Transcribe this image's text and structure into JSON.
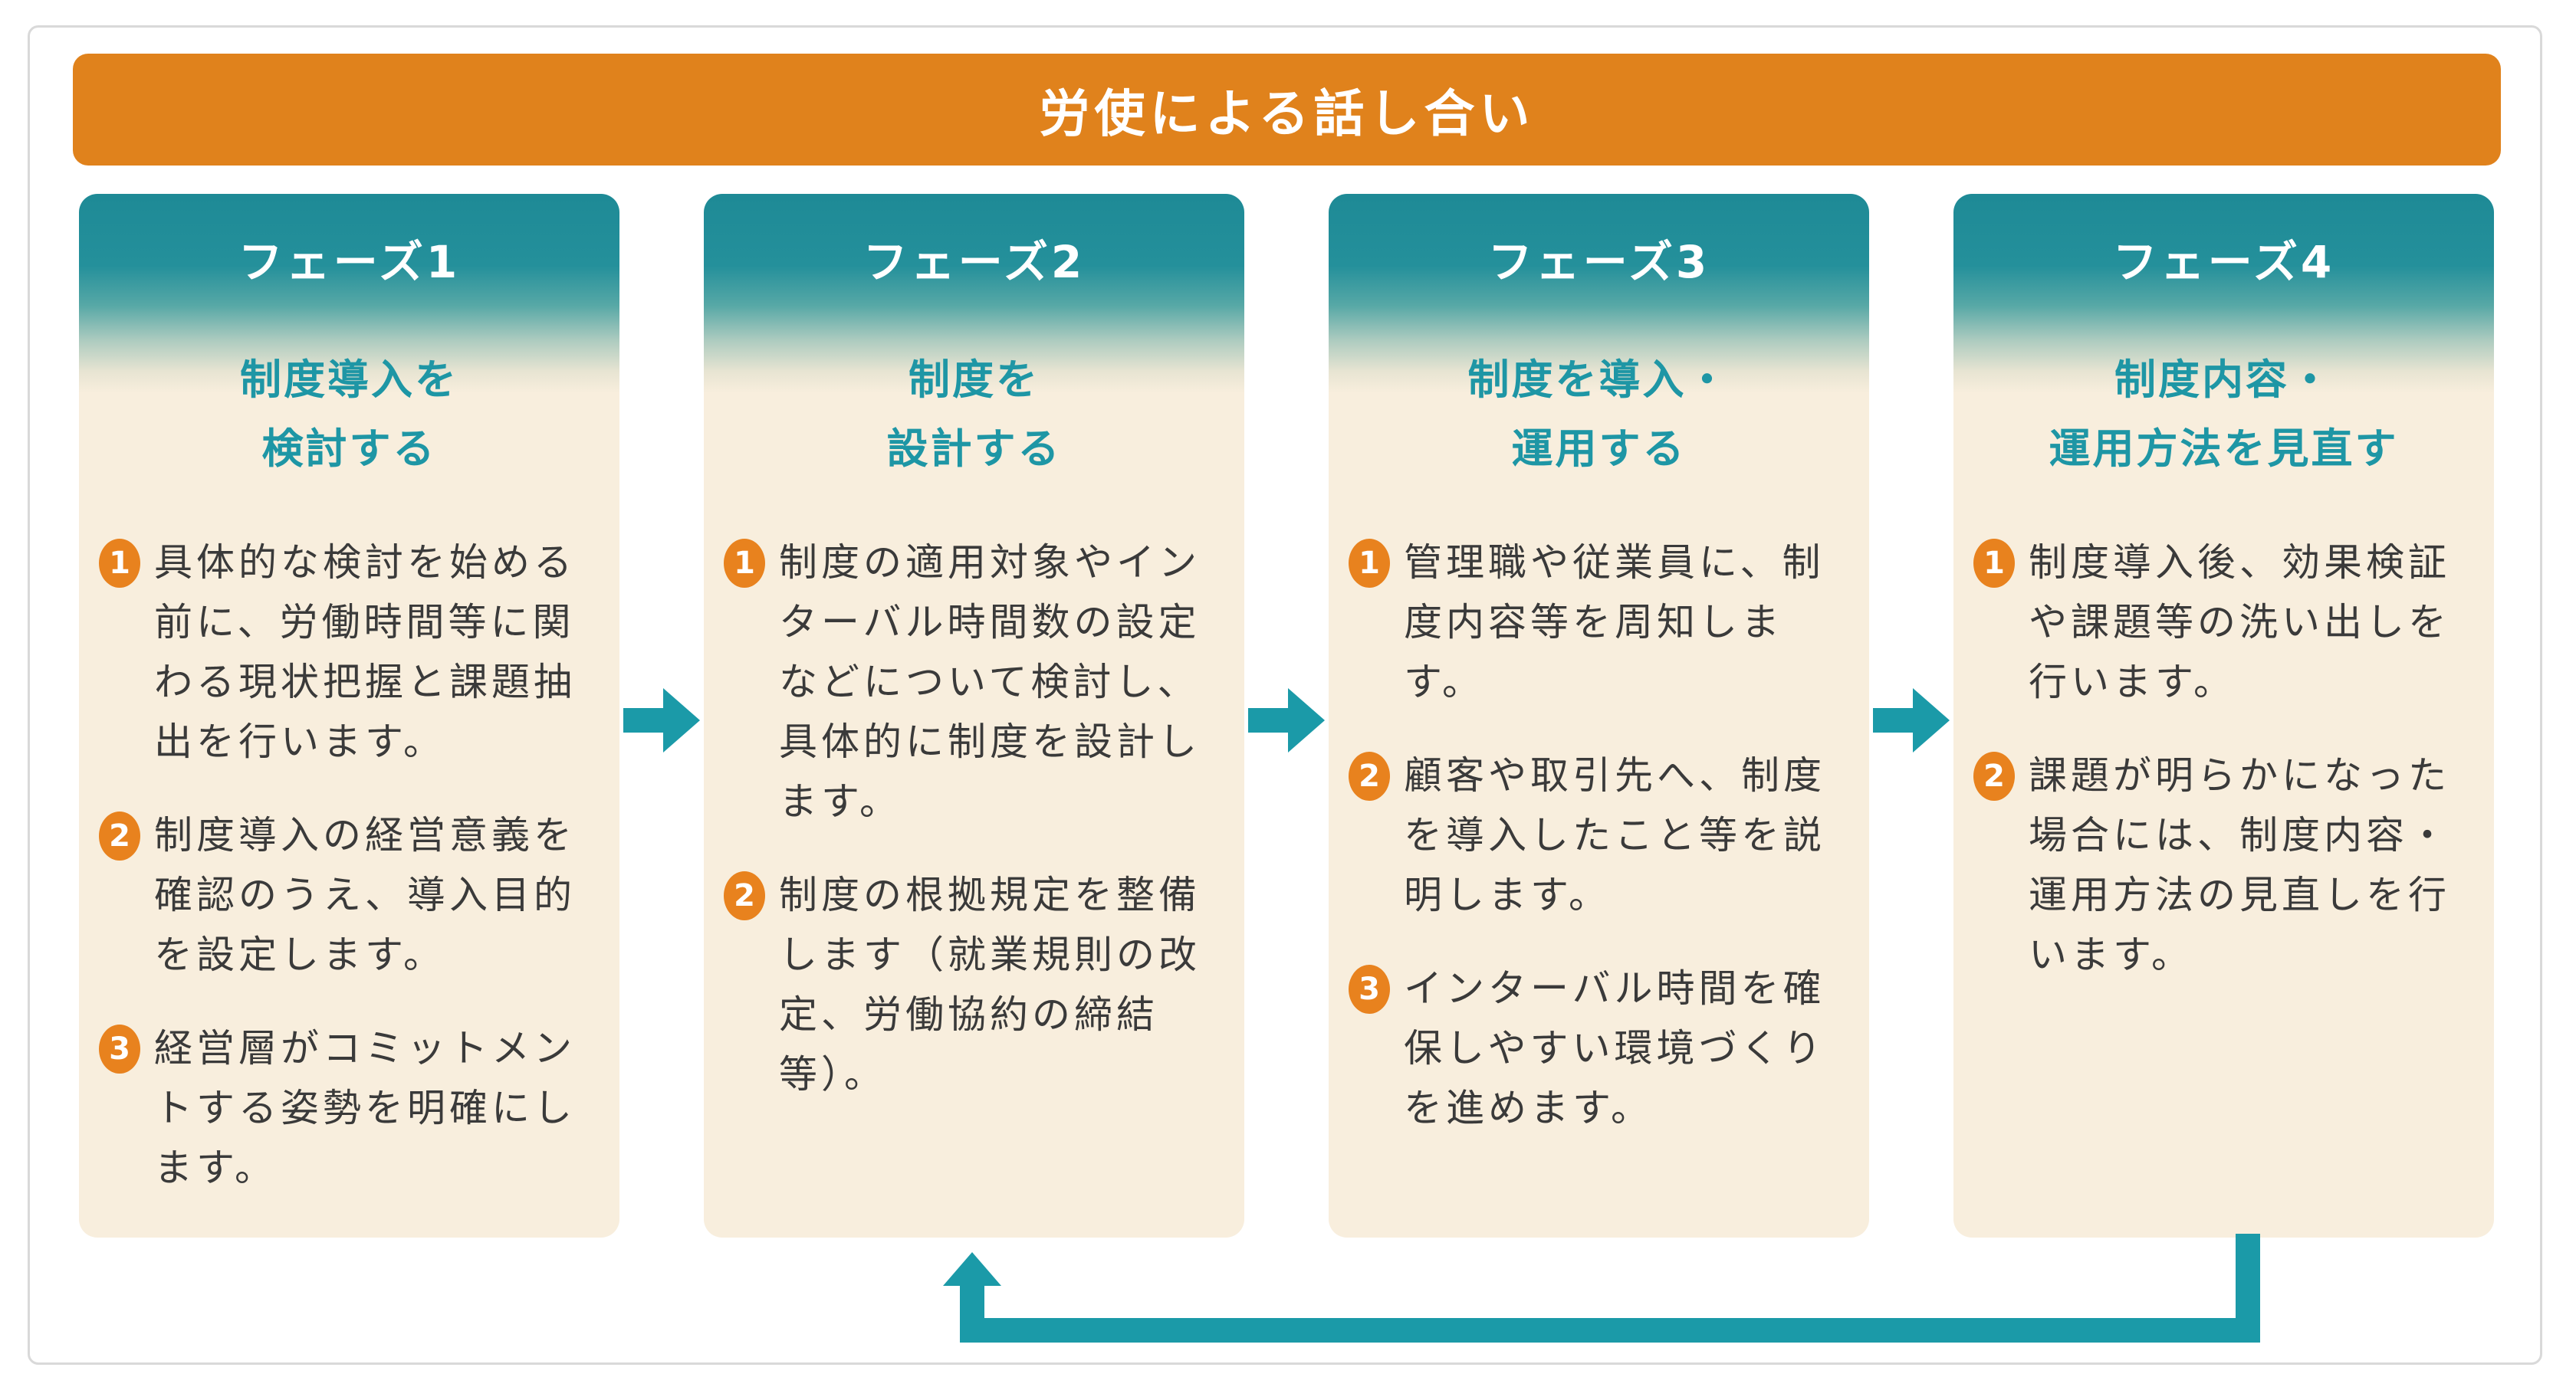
{
  "banner": {
    "title": "労使による話し合い"
  },
  "colors": {
    "banner_orange": "#e0821c",
    "badge_orange": "#e8821e",
    "teal": "#1b9aa8",
    "header_teal_top": "#1e8a96",
    "subtitle_teal": "#1e96a5",
    "card_cream": "#f8eedd",
    "body_text": "#3a3a3a",
    "frame_border": "#d9d9d9"
  },
  "icons": {
    "between_cards": "arrow-right-icon",
    "feedback": "loop-up-arrow-icon"
  },
  "cards": [
    {
      "phase_label": "フェーズ1",
      "subtitle_line1": "制度導入を",
      "subtitle_line2": "検討する",
      "items": [
        {
          "num": "1",
          "text": "具体的な検討を始める前に、労働時間等に関わる現状把握と課題抽出を行います。"
        },
        {
          "num": "2",
          "text": "制度導入の経営意義を確認のうえ、導入目的を設定します。"
        },
        {
          "num": "3",
          "text": "経営層がコミットメントする姿勢を明確にします。"
        }
      ]
    },
    {
      "phase_label": "フェーズ2",
      "subtitle_line1": "制度を",
      "subtitle_line2": "設計する",
      "items": [
        {
          "num": "1",
          "text": "制度の適用対象やインターバル時間数の設定などについて検討し、具体的に制度を設計します。"
        },
        {
          "num": "2",
          "text": "制度の根拠規定を整備します（就業規則の改定、労働協約の締結等）。"
        }
      ]
    },
    {
      "phase_label": "フェーズ3",
      "subtitle_line1": "制度を導入・",
      "subtitle_line2": "運用する",
      "items": [
        {
          "num": "1",
          "text": "管理職や従業員に、制度内容等を周知します。"
        },
        {
          "num": "2",
          "text": "顧客や取引先へ、制度を導入したこと等を説明します。"
        },
        {
          "num": "3",
          "text": "インターバル時間を確保しやすい環境づくりを進めます。"
        }
      ]
    },
    {
      "phase_label": "フェーズ4",
      "subtitle_line1": "制度内容・",
      "subtitle_line2": "運用方法を見直す",
      "items": [
        {
          "num": "1",
          "text": "制度導入後、効果検証や課題等の洗い出しを行います。"
        },
        {
          "num": "2",
          "text": "課題が明らかになった場合には、制度内容・運用方法の見直しを行います。"
        }
      ]
    }
  ]
}
